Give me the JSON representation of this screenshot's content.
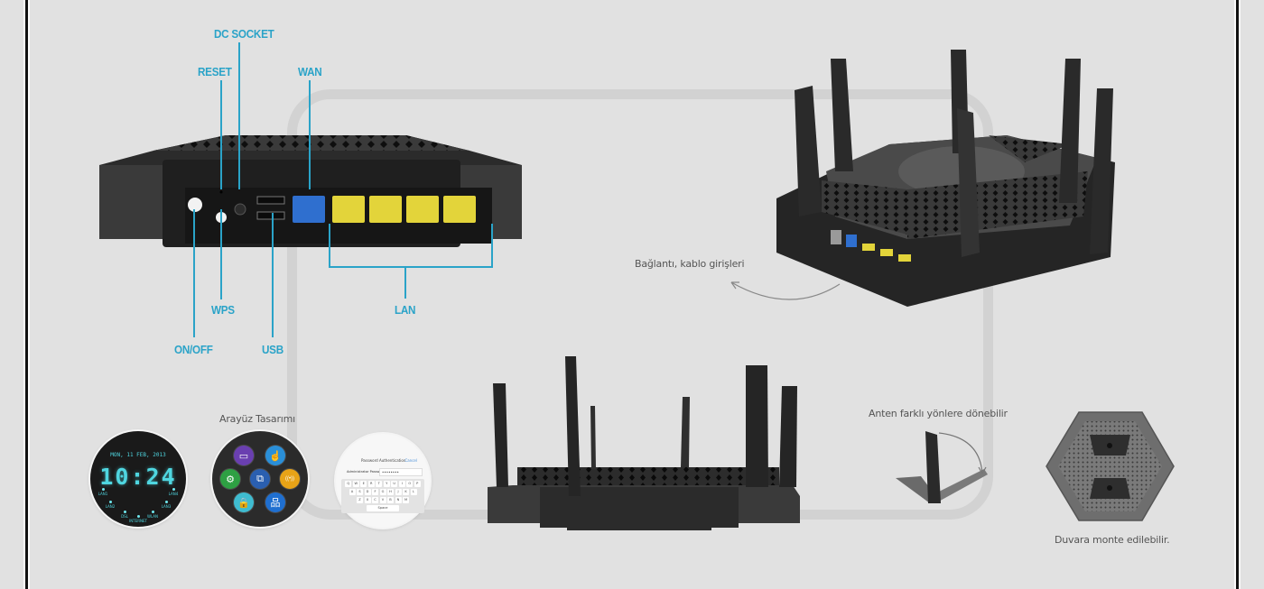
{
  "frame": {
    "border_color": "#111111",
    "background": "#e1e1e1",
    "accent": "#2aa3c8"
  },
  "port_callouts": {
    "dc_socket": "DC SOCKET",
    "reset": "RESET",
    "wan": "WAN",
    "wps": "WPS",
    "on_off": "ON/OFF",
    "usb": "USB",
    "lan": "LAN"
  },
  "port_colors": {
    "wan": "#2f6fcf",
    "lan": "#e3d43a"
  },
  "captions": {
    "connections": "Bağlantı, kablo girişleri",
    "interface_design": "Arayüz Tasarımı",
    "antenna_rotation": "Anten farklı yönlere dönebilir",
    "wall_mount": "Duvara monte edilebilir."
  },
  "clock_screen": {
    "date": "MON, 11 FEB, 2013",
    "time": "10:24",
    "indicators": [
      "LAN1",
      "LAN2",
      "DSL",
      "INTERNET",
      "WLAN",
      "LAN3",
      "LAN4"
    ]
  },
  "app_menu": {
    "icons": [
      {
        "name": "devices-icon",
        "color": "#6a3fb0",
        "glyph": "▭"
      },
      {
        "name": "touch-wifi-icon",
        "color": "#2a8fd8",
        "glyph": "☝"
      },
      {
        "name": "settings-gear-icon",
        "color": "#2ea043",
        "glyph": "⚙"
      },
      {
        "name": "network-devices-icon",
        "color": "#2a5fb0",
        "glyph": "⧉"
      },
      {
        "name": "wireless-signal-icon",
        "color": "#e8a317",
        "glyph": "((•))"
      },
      {
        "name": "lock-icon",
        "color": "#3fbcd0",
        "glyph": "🔒"
      },
      {
        "name": "network-topology-icon",
        "color": "#1f6fd0",
        "glyph": "品"
      }
    ]
  },
  "password_screen": {
    "title": "Password Authentication",
    "cancel": "Cancel",
    "field_label": "Administrator Password",
    "field_value": "••••••••",
    "keyboard_rows": [
      [
        "Q",
        "W",
        "E",
        "R",
        "T",
        "Y",
        "U",
        "I",
        "O",
        "P"
      ],
      [
        "A",
        "S",
        "D",
        "F",
        "G",
        "H",
        "J",
        "K",
        "L"
      ],
      [
        "Z",
        "X",
        "C",
        "V",
        "B",
        "N",
        "M"
      ]
    ],
    "space_label": "Space"
  }
}
